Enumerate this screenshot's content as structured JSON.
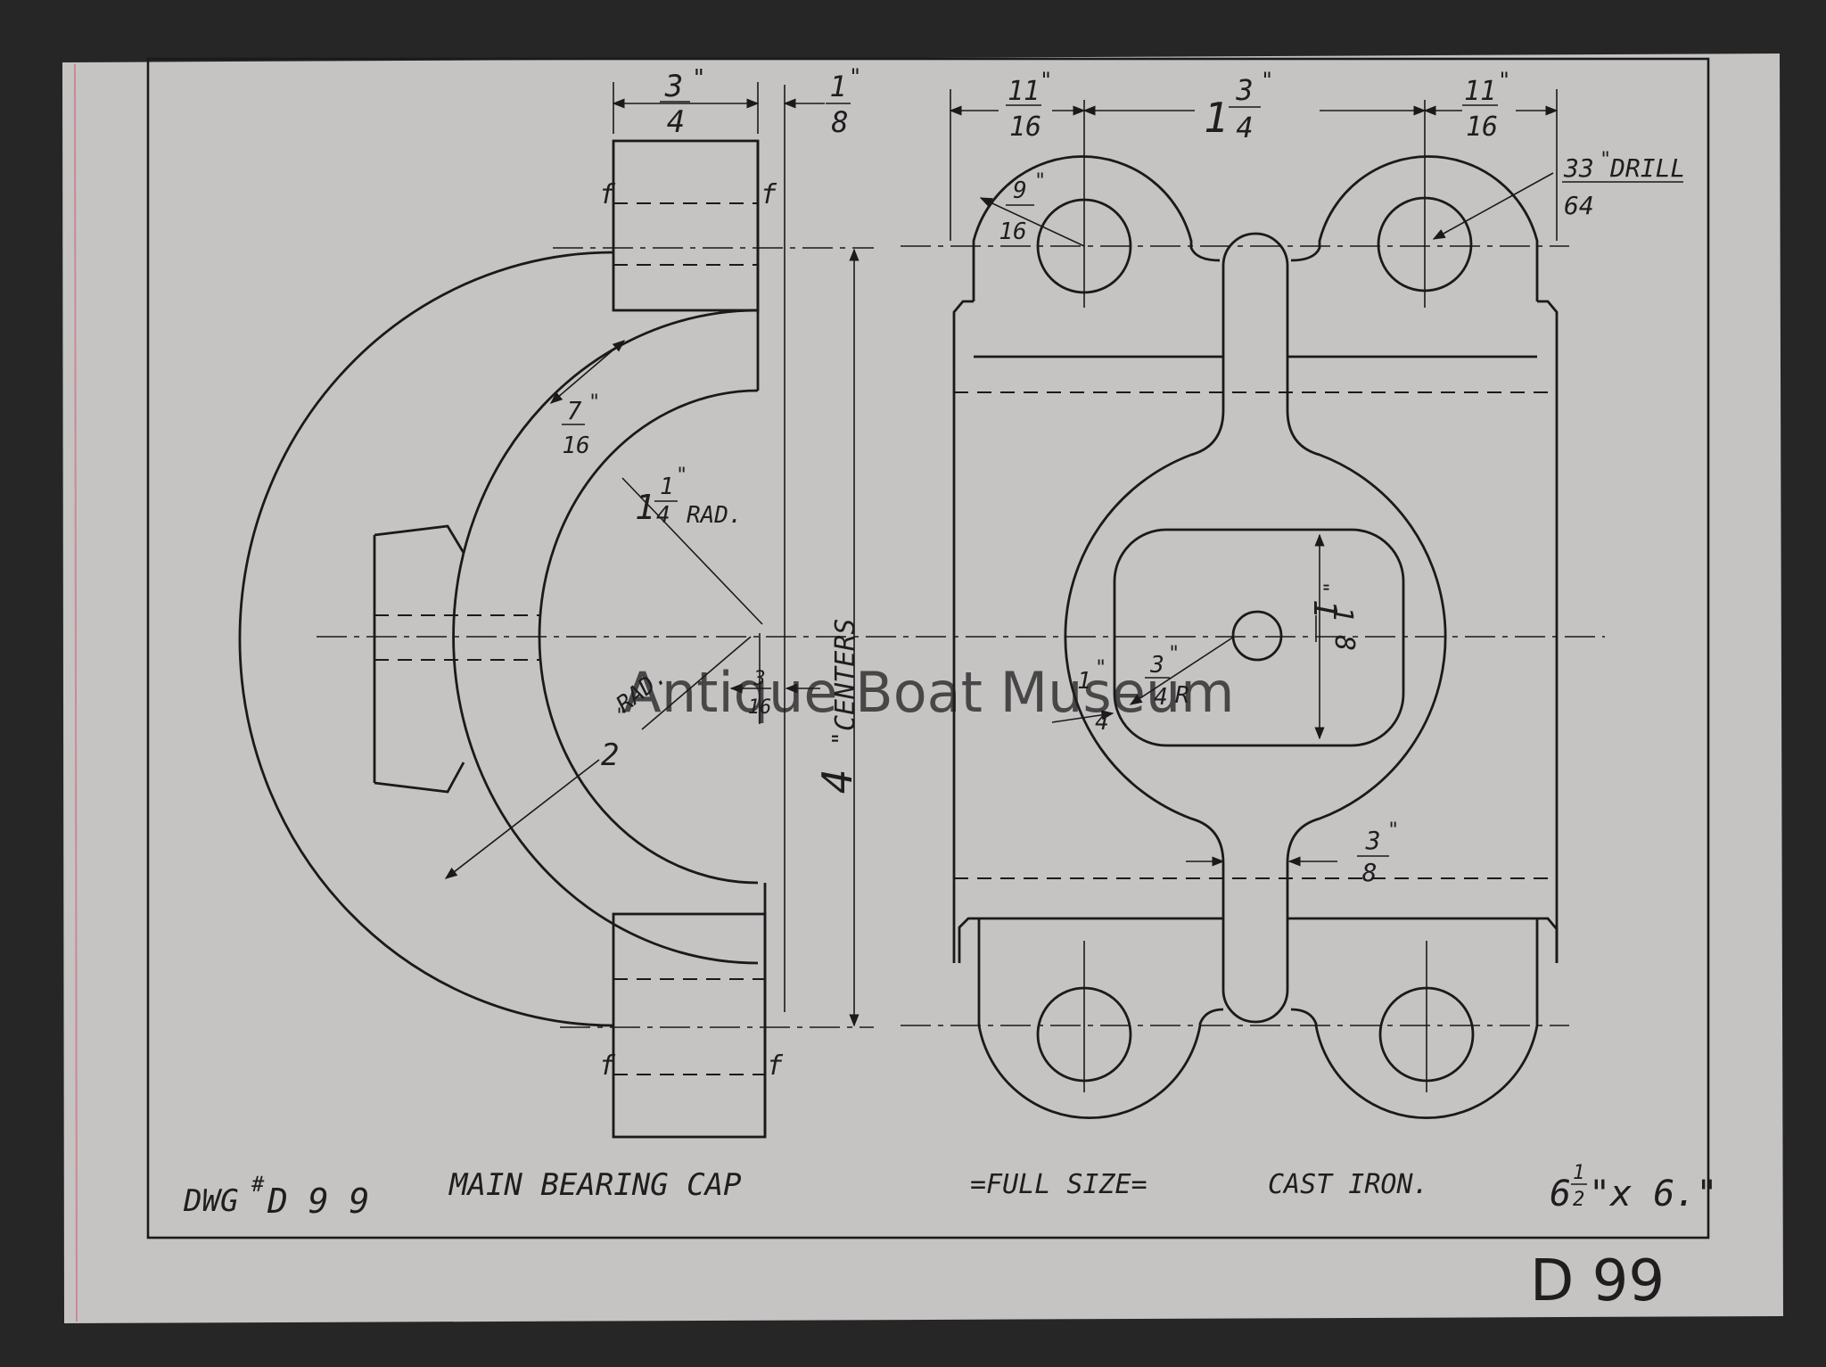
{
  "colors": {
    "background": "#262626",
    "paper": "#c6c3c3",
    "ink": "#1e1e1e",
    "margin_line": "#c98a94",
    "watermark": "#7a7878"
  },
  "watermark": "Antique Boat Museum",
  "title_block": {
    "dwg_prefix": "DWG",
    "dwg_hash": "#",
    "dwg_number": "D 9 9",
    "part_name": "MAIN BEARING CAP",
    "scale": "=FULL SIZE=",
    "material": "CAST IRON.",
    "size_whole": "6",
    "size_num": "1",
    "size_den": "2",
    "size_rest": "\"x 6.\""
  },
  "archive_mark": "D 99",
  "side_view": {
    "dim_width": {
      "num": "3",
      "den": "4",
      "inch": "\""
    },
    "dim_offset": {
      "num": "1",
      "den": "8",
      "inch": "\""
    },
    "dim_web": {
      "num": "7",
      "den": "16",
      "inch": "\""
    },
    "dim_inner_radius": {
      "whole": "1",
      "num": "1",
      "den": "4",
      "inch": "\"",
      "suffix": "RAD."
    },
    "dim_outer_radius": {
      "whole": "2",
      "inch": "\"",
      "suffix": "RAD."
    },
    "dim_small": {
      "num": "3",
      "den": "16"
    },
    "dim_centers": {
      "whole": "4",
      "inch": "\"",
      "suffix": "CENTERS"
    },
    "finish_mark": "f"
  },
  "front_view": {
    "dim_left_ear": {
      "num": "11",
      "den": "16",
      "inch": "\""
    },
    "dim_center": {
      "whole": "1",
      "num": "3",
      "den": "4",
      "inch": "\""
    },
    "dim_right_ear": {
      "num": "11",
      "den": "16",
      "inch": "\""
    },
    "dim_fillet": {
      "num": "9",
      "den": "16",
      "inch": "\""
    },
    "dim_drill": {
      "num": "33",
      "den": "64",
      "inch": "\"",
      "suffix": "DRILL"
    },
    "dim_slot": {
      "whole": "1",
      "num": "1",
      "den": "8",
      "inch": "\""
    },
    "dim_corner_r": {
      "num": "3",
      "den": "4",
      "inch": "\"",
      "suffix": "R"
    },
    "dim_quarter": {
      "num": "1",
      "den": "4",
      "inch": "\""
    },
    "dim_web": {
      "num": "3",
      "den": "8",
      "inch": "\""
    }
  }
}
